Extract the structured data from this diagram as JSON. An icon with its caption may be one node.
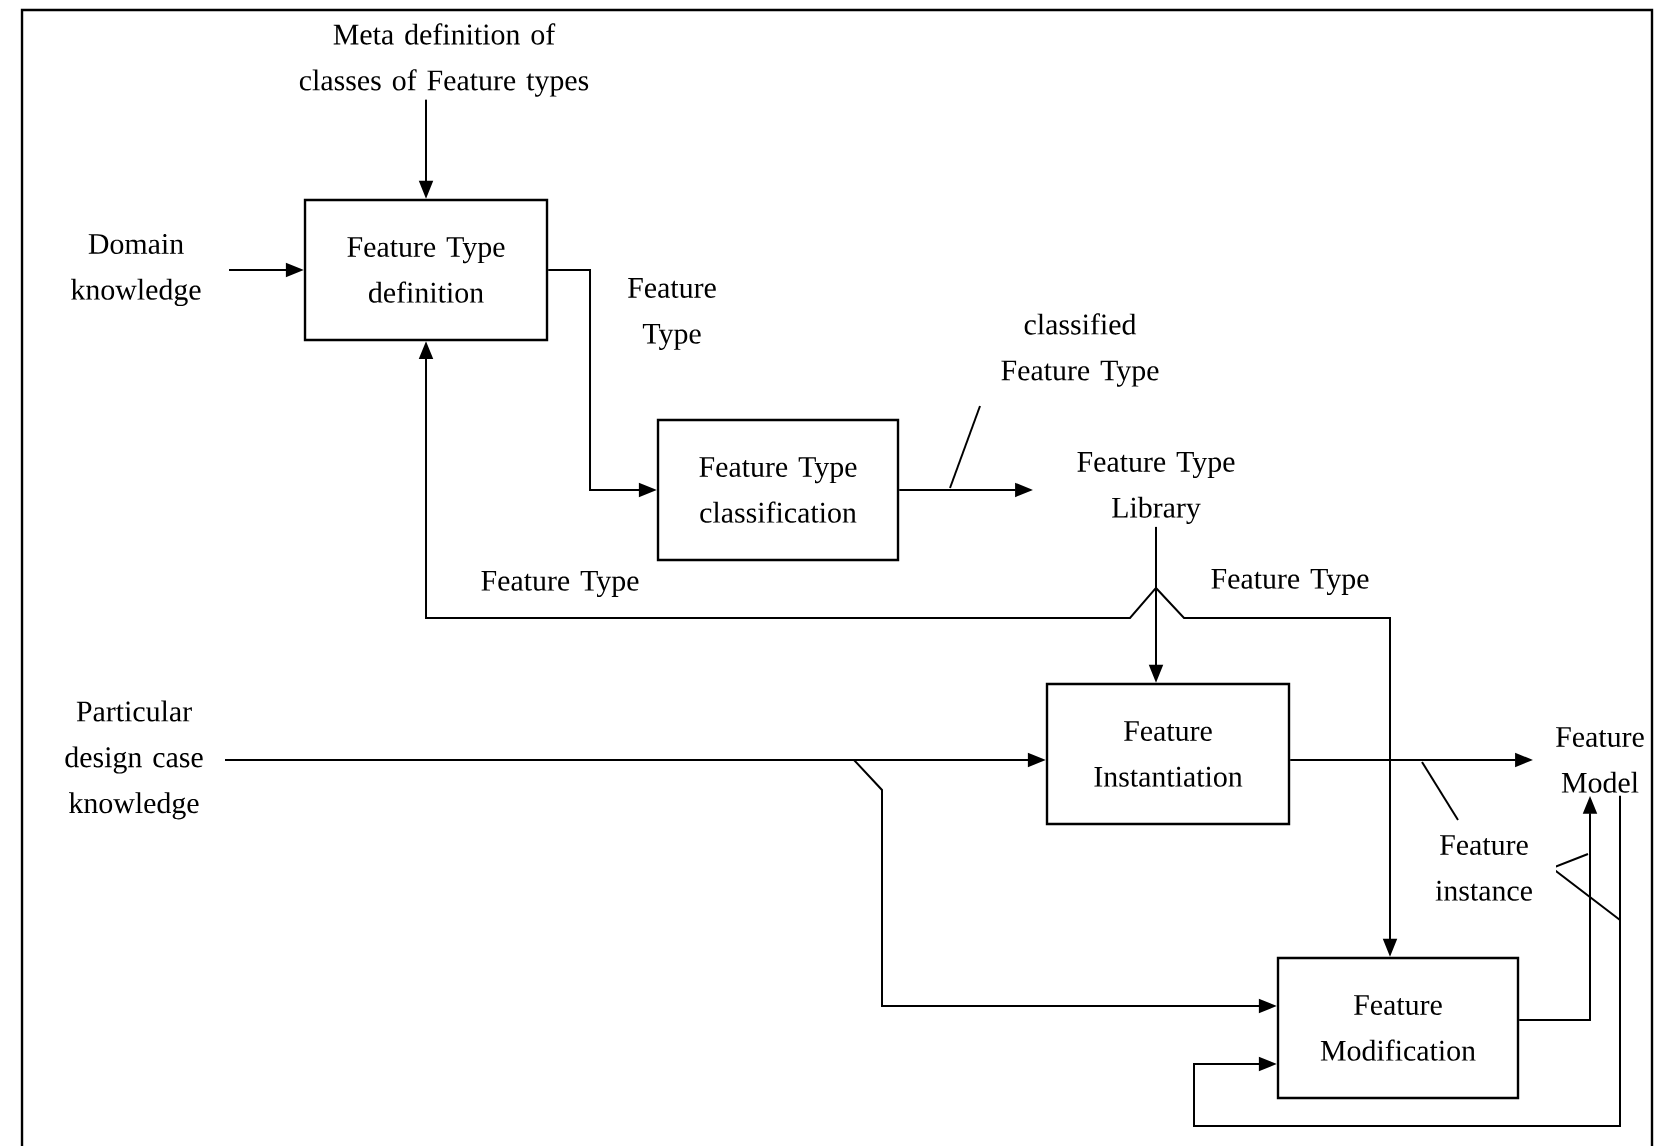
{
  "diagram": {
    "nodes": [
      {
        "text": [
          "Meta definition of classes of Feature types"
        ]
      },
      {
        "text": [
          "Domain knowledge"
        ]
      },
      {
        "text": [
          "Feature Type definition"
        ]
      },
      {
        "text": [
          "Feature Type classification"
        ]
      },
      {
        "text": [
          "Feature Type Library"
        ]
      },
      {
        "text": [
          "Particular design case knowledge"
        ]
      },
      {
        "text": [
          "Feature Instantiation"
        ]
      },
      {
        "text": [
          "Feature Modification"
        ]
      },
      {
        "text": [
          "Feature Model"
        ]
      }
    ],
    "edges": [
      {
        "from": 0,
        "to": 2,
        "arrow": "to"
      },
      {
        "from": 1,
        "to": 2,
        "arrow": "to"
      },
      {
        "from": 2,
        "to": 3,
        "arrow": "to",
        "label": "Feature Type"
      },
      {
        "from": 3,
        "to": 4,
        "arrow": "to",
        "label": "classified Feature Type"
      },
      {
        "from": 4,
        "to": 2,
        "arrow": "to",
        "label": "Feature Type"
      },
      {
        "from": 4,
        "to": 6,
        "arrow": "to",
        "label": "Feature Type"
      },
      {
        "from": 4,
        "to": 7,
        "arrow": "to"
      },
      {
        "from": 5,
        "to": 6,
        "arrow": "to"
      },
      {
        "from": 5,
        "to": 7,
        "arrow": "to"
      },
      {
        "from": 6,
        "to": 8,
        "arrow": "to",
        "label": "Feature instance"
      },
      {
        "from": 7,
        "to": 8,
        "arrow": "to"
      },
      {
        "from": 8,
        "to": 7,
        "arrow": "to"
      }
    ]
  }
}
